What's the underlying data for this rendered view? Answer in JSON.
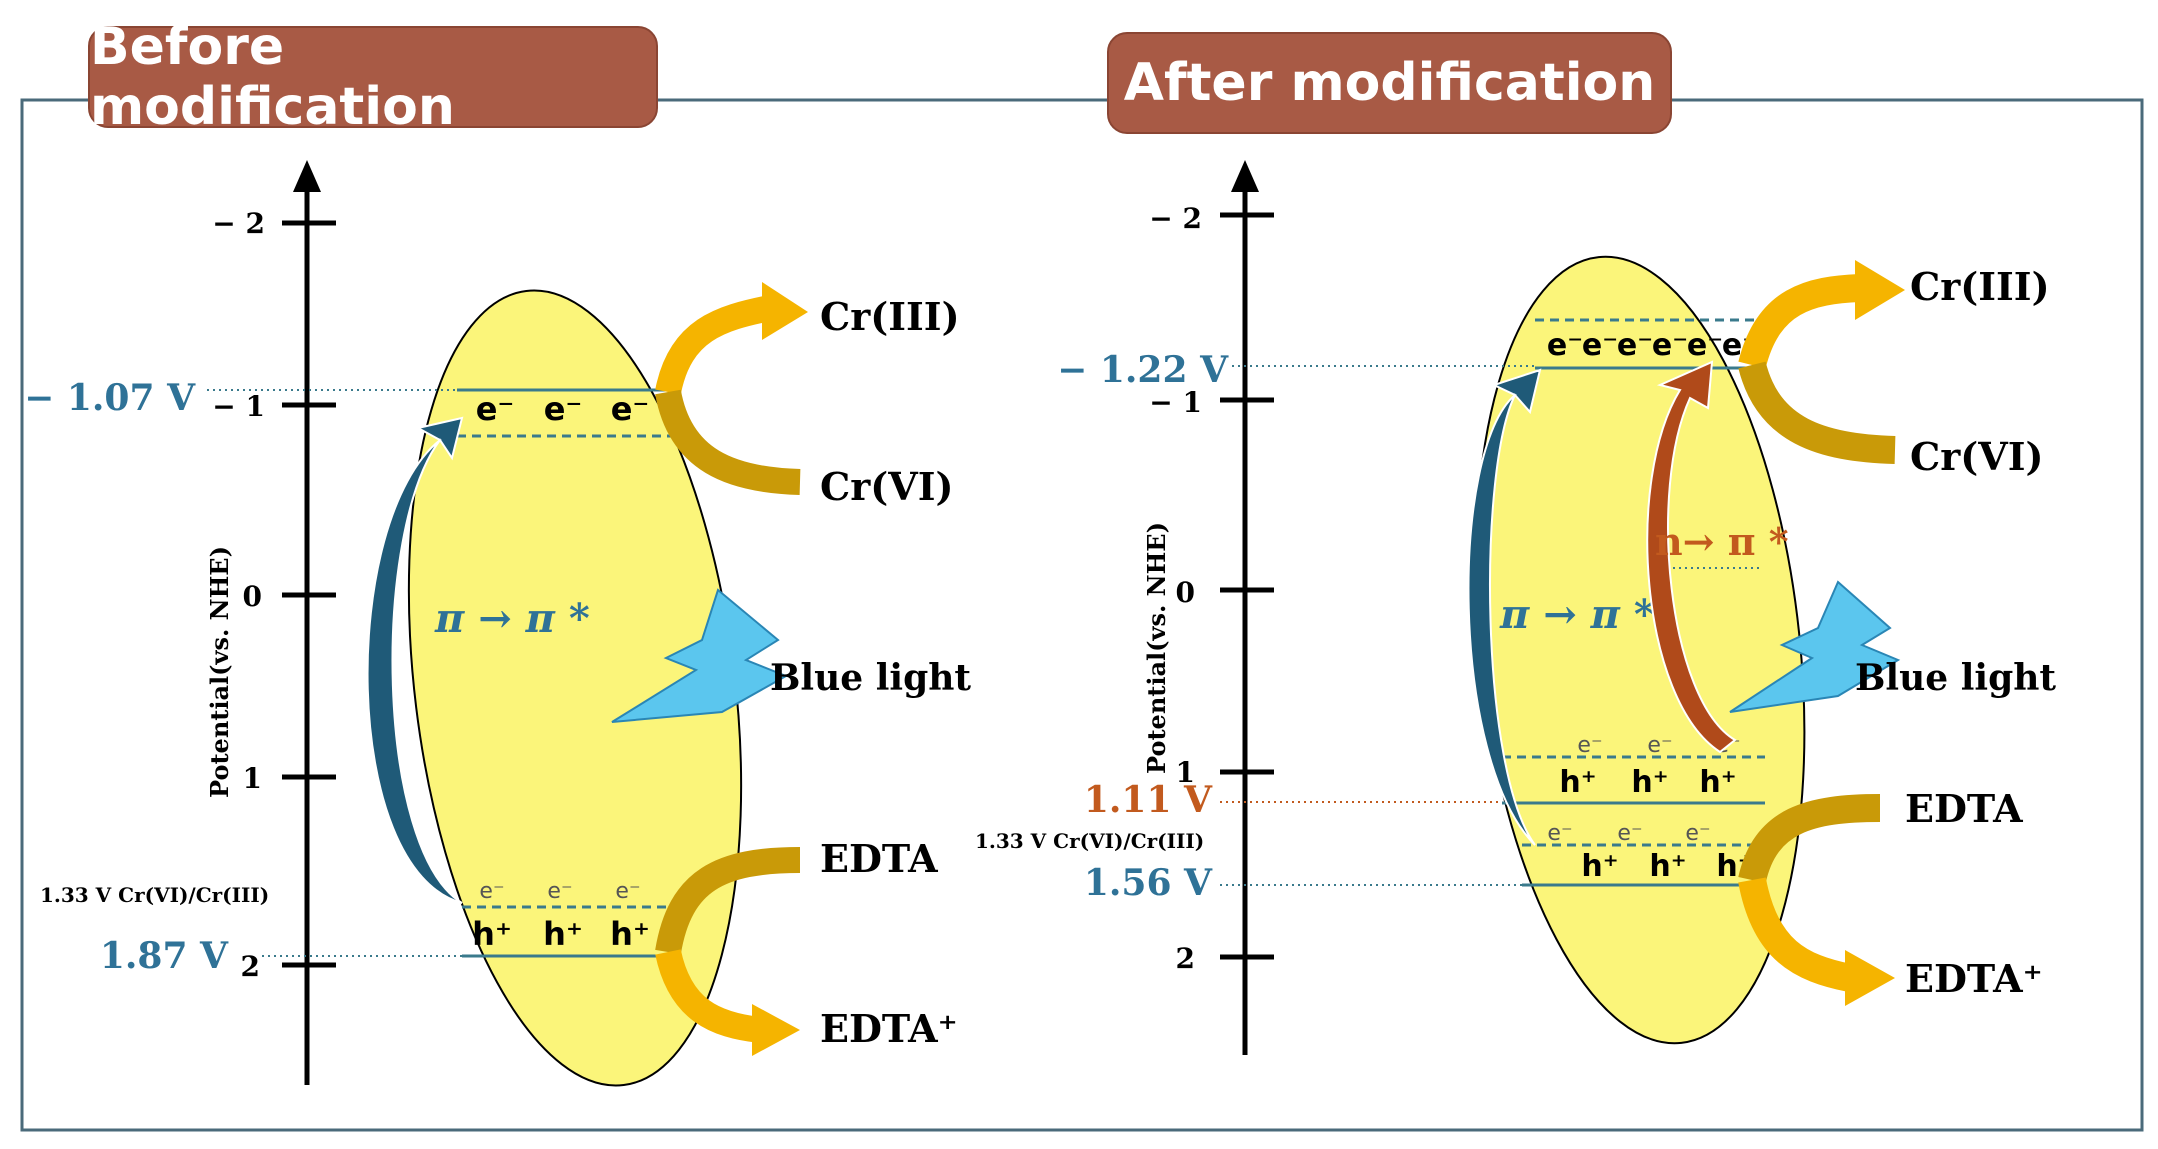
{
  "panels": [
    {
      "title": "Before modification",
      "axis_label": "Potential(vs. NHE)",
      "ticks": [
        "− 2",
        "− 1",
        "0",
        "1",
        "2"
      ],
      "cb_potential": "− 1.07 V",
      "vb_potential": "1.87 V",
      "redox_label": "1.33 V Cr(VI)/Cr(III)",
      "electrons": [
        "e⁻",
        "e⁻",
        "e⁻"
      ],
      "holes": [
        "h⁺",
        "h⁺",
        "h⁺"
      ],
      "trap_electrons": [
        "e⁻",
        "e⁻",
        "e⁻"
      ],
      "transition": "π → π *",
      "light": "Blue light",
      "cr3": "Cr(III)",
      "cr6": "Cr(VI)",
      "edta": "EDTA",
      "edta_plus": "EDTA⁺"
    },
    {
      "title": "After modification",
      "axis_label": "Potential(vs. NHE)",
      "ticks": [
        "− 2",
        "− 1",
        "0",
        "1",
        "2"
      ],
      "cb_potential": "− 1.22 V",
      "mid_potential": "1.11 V",
      "vb_potential": "1.56 V",
      "redox_label": "1.33 V Cr(VI)/Cr(III)",
      "electrons": [
        "e⁻",
        "e⁻",
        "e⁻",
        "e⁻",
        "e⁻",
        "e⁻"
      ],
      "holes_upper": [
        "h⁺",
        "h⁺",
        "h⁺"
      ],
      "holes_lower": [
        "h⁺",
        "h⁺",
        "h⁺"
      ],
      "trap_electrons_upper": [
        "e⁻",
        "e⁻",
        "e⁻"
      ],
      "trap_electrons_lower": [
        "e⁻",
        "e⁻",
        "e⁻"
      ],
      "transition_pi": "π → π *",
      "transition_n": "n→ π *",
      "light": "Blue light",
      "cr3": "Cr(III)",
      "cr6": "Cr(VI)",
      "edta": "EDTA",
      "edta_plus": "EDTA⁺"
    }
  ],
  "colors": {
    "pill": "#a85a45",
    "ellipse": "#fbf57a",
    "band_line": "#3a7a8c",
    "blue_text": "#2f7297",
    "orange_text": "#c25a1e",
    "arrow_dark": "#1f5a78",
    "arrow_brown": "#b04a1a",
    "gold": "#f5b400",
    "dark_gold": "#c99a08",
    "bolt": "#5bc6ee"
  }
}
